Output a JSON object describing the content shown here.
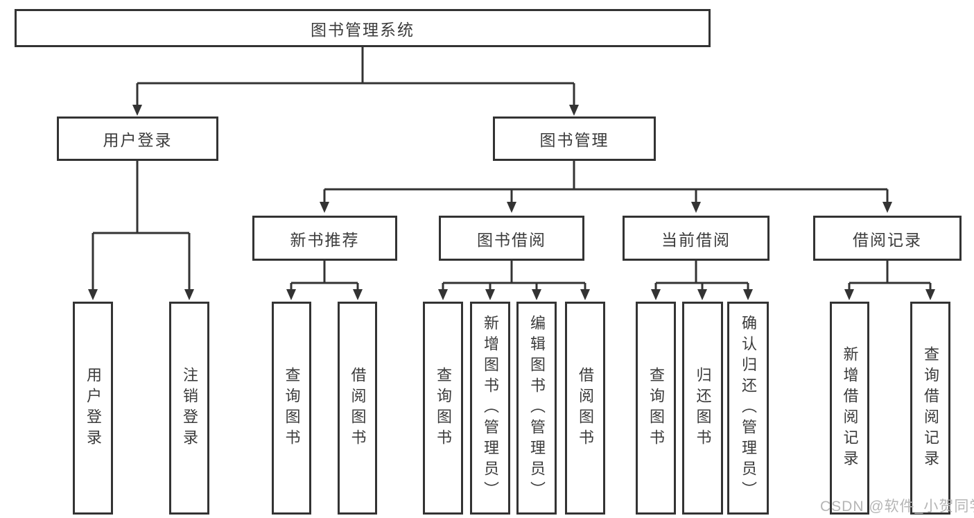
{
  "tree": {
    "root": {
      "label": "图书管理系统"
    },
    "level2": [
      {
        "label": "用户登录"
      },
      {
        "label": "图书管理"
      }
    ],
    "level3": [
      {
        "label": "新书推荐"
      },
      {
        "label": "图书借阅"
      },
      {
        "label": "当前借阅"
      },
      {
        "label": "借阅记录"
      }
    ],
    "leaves": {
      "user_login": [
        "用户登录",
        "注销登录"
      ],
      "new_book_recommend": [
        "查询图书",
        "借阅图书"
      ],
      "book_borrow": [
        "查询图书",
        "新增图书（管理员）",
        "编辑图书（管理员）",
        "借阅图书"
      ],
      "current_borrow": [
        "查询图书",
        "归还图书",
        "确认归还（管理员）"
      ],
      "borrow_record": [
        "新增借阅记录",
        "查询借阅记录"
      ]
    }
  },
  "watermark": {
    "text": "CSDN @软件_小贺同学"
  },
  "colors": {
    "line": "#333333",
    "text": "#3b3b3b",
    "watermark": "#b5b5b5",
    "background": "#ffffff"
  }
}
